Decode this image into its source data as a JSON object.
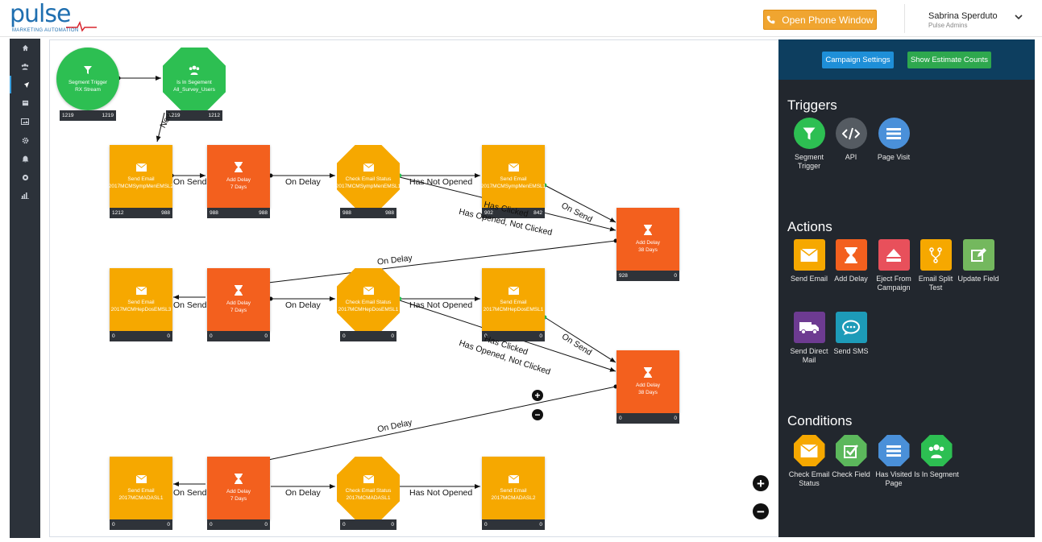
{
  "header": {
    "logo_text": "pulse",
    "logo_subtitle": "MARKETING AUTOMATION",
    "phone_button": "Open Phone Window",
    "user_name": "Sabrina Sperduto",
    "user_role": "Pulse Admins"
  },
  "sidebar": {
    "items": [
      "home-icon",
      "users-icon",
      "rocket-icon",
      "inbox-icon",
      "image-icon",
      "gear-icon",
      "bell-icon",
      "settings-circle-icon",
      "bar-chart-icon"
    ]
  },
  "nodes": [
    {
      "label": "Segment Trigger",
      "sub": "RX Stream",
      "left": "1219",
      "right": "1219"
    },
    {
      "label": "Is In Segement",
      "sub": "All_Survey_Users",
      "left": "1219",
      "right": "1212"
    },
    {
      "label": "Send Email",
      "sub": "2017MCMSympMenEMSL2",
      "left": "1212",
      "right": "988"
    },
    {
      "label": "Add Delay",
      "sub": "7 Days",
      "left": "988",
      "right": "988"
    },
    {
      "label": "Check Email Status",
      "sub": "2017MCMSympMenEMSL1",
      "left": "988",
      "right": "988"
    },
    {
      "label": "Send Email",
      "sub": "2017MCMSympMenEMSL1",
      "left": "902",
      "right": "842"
    },
    {
      "label": "Add Delay",
      "sub": "38 Days",
      "left": "928",
      "right": "0"
    },
    {
      "label": "Send Email",
      "sub": "2017MCMHepDosEMSL3",
      "left": "0",
      "right": "0"
    },
    {
      "label": "Add Delay",
      "sub": "7 Days",
      "left": "0",
      "right": "0"
    },
    {
      "label": "Check Email Status",
      "sub": "2017MCMHepDosEMSL1",
      "left": "0",
      "right": "0"
    },
    {
      "label": "Send Email",
      "sub": "2017MCMHepDosEMSL1",
      "left": "0",
      "right": "0"
    },
    {
      "label": "Add Delay",
      "sub": "38 Days",
      "left": "0",
      "right": "0"
    },
    {
      "label": "Send Email",
      "sub": "2017MCMADASL1",
      "left": "0",
      "right": "0"
    },
    {
      "label": "Add Delay",
      "sub": "7 Days",
      "left": "0",
      "right": "0"
    },
    {
      "label": "Check Email Status",
      "sub": "2017MCMADASL1",
      "left": "0",
      "right": "0"
    },
    {
      "label": "Send Email",
      "sub": "2017MCMADASL2",
      "left": "0",
      "right": "0"
    }
  ],
  "links": {
    "new": "New",
    "on_send": "On Send",
    "on_delay": "On Delay",
    "has_not_opened": "Has Not Opened",
    "has_clicked": "Has Clicked",
    "has_opened_not_clicked": "Has Opened, Not Clicked"
  },
  "panel": {
    "campaign_settings": "Campaign Settings",
    "show_estimate": "Show Estimate Counts",
    "triggers_title": "Triggers",
    "actions_title": "Actions",
    "conditions_title": "Conditions",
    "triggers": [
      {
        "label": "Segment Trigger",
        "icon": "filter-icon",
        "color": "#2dbf52"
      },
      {
        "label": "API",
        "icon": "code-icon",
        "color": "#555b62"
      },
      {
        "label": "Page Visit",
        "icon": "list-icon",
        "color": "#4a90d9"
      }
    ],
    "actions": [
      {
        "label": "Send Email",
        "icon": "envelope-icon",
        "color": "#f6a800"
      },
      {
        "label": "Add Delay",
        "icon": "hourglass-icon",
        "color": "#f3601e"
      },
      {
        "label": "Eject From Campaign",
        "icon": "eject-icon",
        "color": "#e8505b"
      },
      {
        "label": "Email Split Test",
        "icon": "split-icon",
        "color": "#f6a800"
      },
      {
        "label": "Update Field",
        "icon": "edit-icon",
        "color": "#74b85e"
      },
      {
        "label": "Send Direct Mail",
        "icon": "truck-icon",
        "color": "#6d3b91"
      },
      {
        "label": "Send SMS",
        "icon": "chat-icon",
        "color": "#1d9bb8"
      }
    ],
    "conditions": [
      {
        "label": "Check Email Status",
        "icon": "envelope-icon",
        "color": "#f6a800"
      },
      {
        "label": "Check Field",
        "icon": "checkbox-icon",
        "color": "#5cb85c"
      },
      {
        "label": "Has Visited Page",
        "icon": "list-icon",
        "color": "#4a90d9"
      },
      {
        "label": "Is In Segment",
        "icon": "users-icon",
        "color": "#2dbf52"
      }
    ]
  },
  "canvas_controls": {
    "zoom_in": "+",
    "zoom_out": "−"
  }
}
